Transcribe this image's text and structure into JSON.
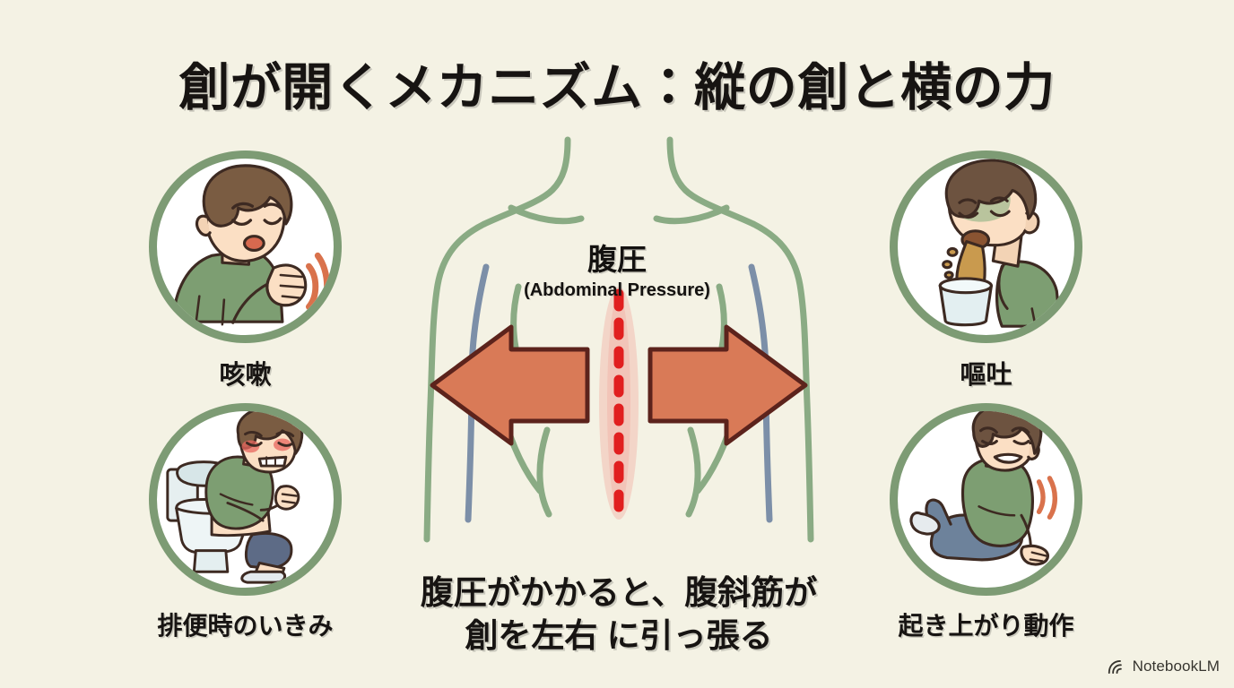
{
  "page": {
    "title": "創が開くメカニズム：縦の創と横の力",
    "background_color": "#f4f2e4",
    "accent_green": "#7d9b74",
    "accent_arrow": "#d97a57",
    "wound_red": "#e11f1f"
  },
  "center": {
    "pressure_label_jp": "腹圧",
    "pressure_label_en": "(Abdominal Pressure)",
    "caption_line1": "腹圧がかかると、腹斜筋が",
    "caption_line2": "創を左右 に引っ張る",
    "left_arrow_name": "left-force-arrow",
    "right_arrow_name": "right-force-arrow",
    "wound_name": "vertical-wound-dashed-line"
  },
  "cards": [
    {
      "id": "cough",
      "label": "咳嗽",
      "icon": "coughing-person-icon",
      "position": "top-left"
    },
    {
      "id": "straining",
      "label": "排便時のいきみ",
      "icon": "toilet-straining-icon",
      "position": "bottom-left"
    },
    {
      "id": "vomiting",
      "label": "嘔吐",
      "icon": "vomiting-person-icon",
      "position": "top-right"
    },
    {
      "id": "risingup",
      "label": "起き上がり動作",
      "icon": "sitting-up-person-icon",
      "position": "bottom-right"
    }
  ],
  "watermark": {
    "text": "NotebookLM",
    "icon": "notebooklm-arc-icon"
  }
}
